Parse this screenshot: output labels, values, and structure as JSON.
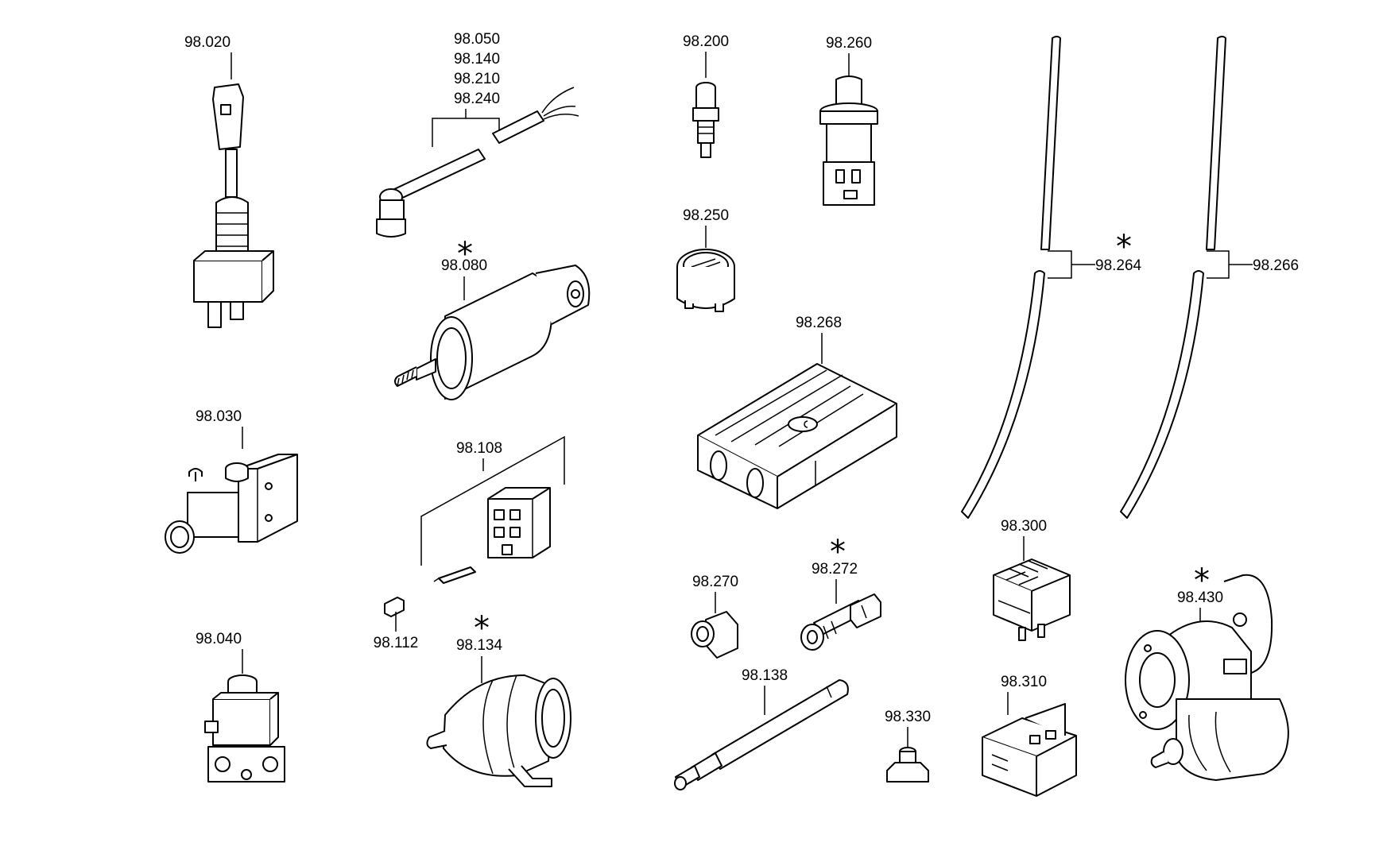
{
  "diagram": {
    "labels": {
      "p98_020": "98.020",
      "p98_030": "98.030",
      "p98_040": "98.040",
      "p98_050": "98.050",
      "p98_140": "98.140",
      "p98_210": "98.210",
      "p98_240": "98.240",
      "p98_080": "98.080",
      "p98_108": "98.108",
      "p98_112": "98.112",
      "p98_134": "98.134",
      "p98_200": "98.200",
      "p98_250": "98.250",
      "p98_260": "98.260",
      "p98_268": "98.268",
      "p98_270": "98.270",
      "p98_272": "98.272",
      "p98_138": "98.138",
      "p98_330": "98.330",
      "p98_264": "98.264",
      "p98_266": "98.266",
      "p98_300": "98.300",
      "p98_310": "98.310",
      "p98_430": "98.430"
    },
    "marker": "*"
  }
}
